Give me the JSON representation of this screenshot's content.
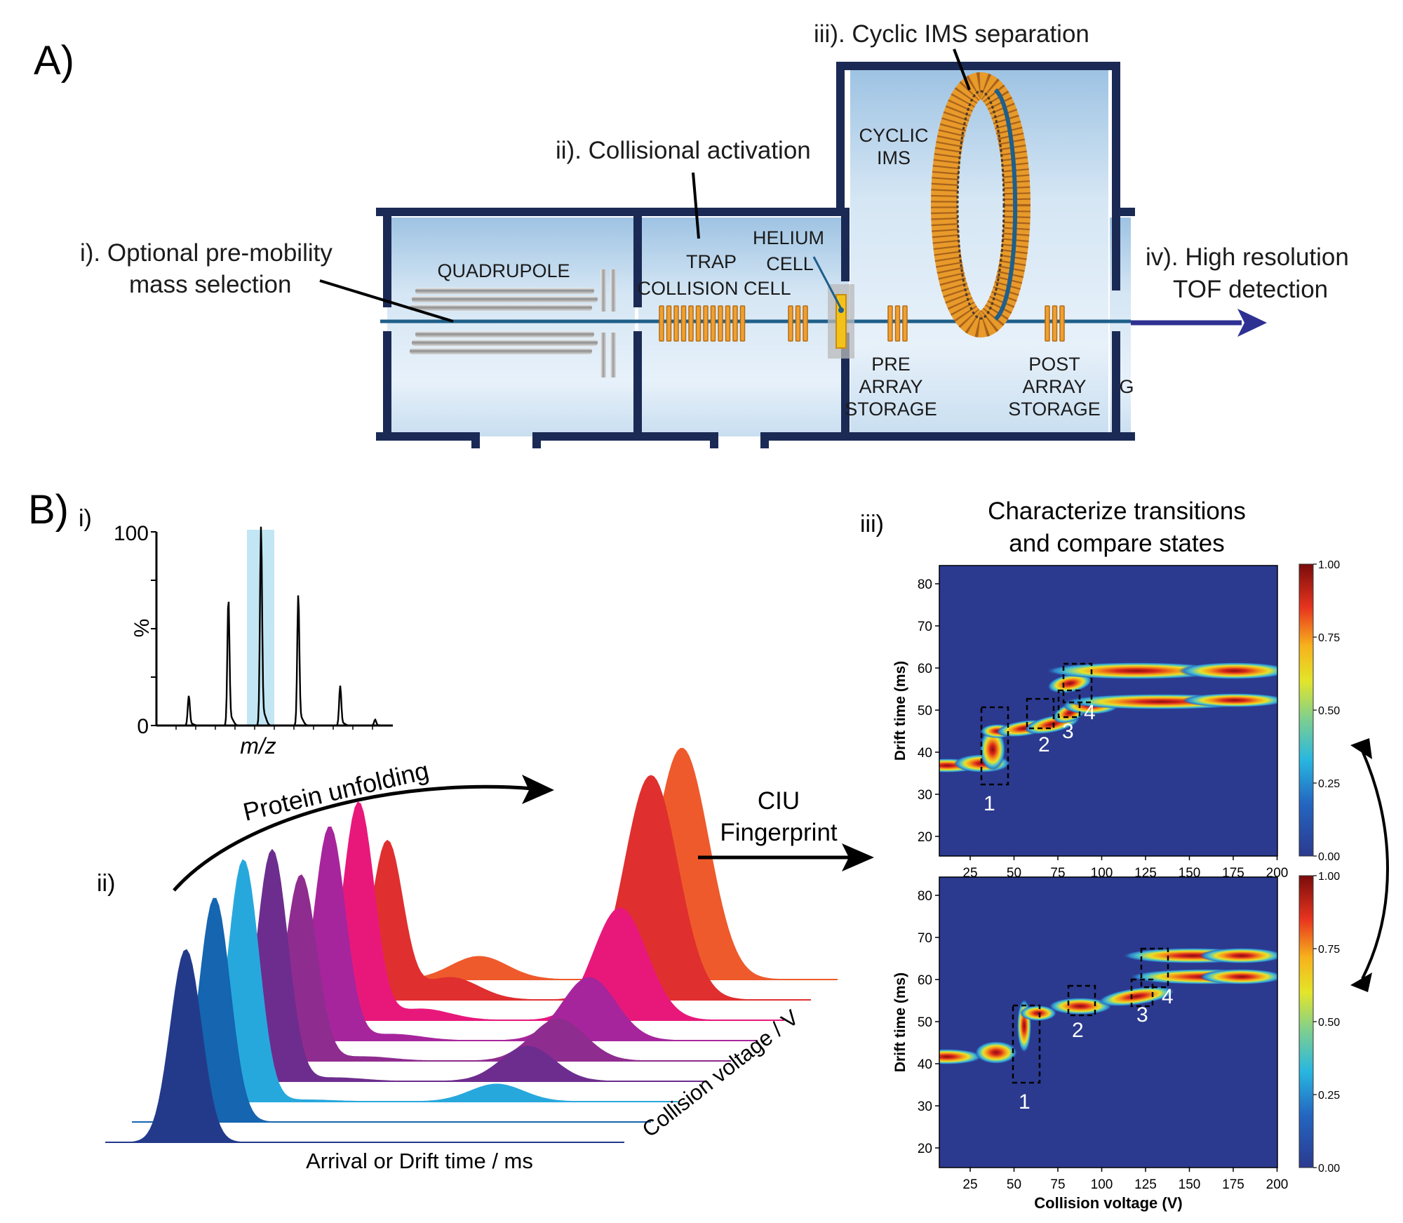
{
  "panel_a": {
    "label": "A)",
    "step_i": [
      "i). Optional pre-mobility",
      "mass selection"
    ],
    "step_ii": "ii). Collisional activation",
    "step_iii": "iii). Cyclic IMS separation",
    "step_iv": [
      "iv). High resolution",
      "TOF detection"
    ],
    "quadrupole": "QUADRUPOLE",
    "trap": [
      "TRAP",
      "COLLISION CELL"
    ],
    "helium": [
      "HELIUM",
      "CELL"
    ],
    "cyclic": [
      "CYCLIC",
      "IMS"
    ],
    "pre_array": [
      "PRE",
      "ARRAY",
      "STORAGE"
    ],
    "post_array": [
      "POST",
      "ARRAY",
      "STORAGE"
    ],
    "cut_letter": "G",
    "colors": {
      "frame": "#1b2a55",
      "ion_path": "#1f5f8a",
      "electrodes": "#f0a030",
      "arrow": "#2e3192"
    }
  },
  "panel_b": {
    "label": "B)",
    "sub_i": "i)",
    "sub_ii": "ii)",
    "sub_iii": "iii)",
    "ms_y_max": "100",
    "ms_y_min": "0",
    "ms_y_label": "%",
    "ms_x_label": "m/z",
    "unfolding": "Protein unfolding",
    "ciu": [
      "CIU",
      "Fingerprint"
    ],
    "axis_drift": "Arrival or Drift time / ms",
    "axis_voltage": "Collision voltage / V",
    "heading": [
      "Characterize transitions",
      "and compare states"
    ]
  },
  "heatmap_top": {
    "ylabel": "Drift time (ms)",
    "yticks": [
      "80",
      "70",
      "60",
      "50",
      "40",
      "30",
      "20"
    ],
    "xticks": [
      "25",
      "50",
      "75",
      "100",
      "125",
      "150",
      "175",
      "200"
    ],
    "cbar": [
      "1.00",
      "0.75",
      "0.50",
      "0.25",
      "0.00"
    ],
    "boxes": [
      "1",
      "2",
      "3",
      "4"
    ]
  },
  "heatmap_bottom": {
    "ylabel": "Drift time (ms)",
    "xlabel": "Collision voltage (V)",
    "yticks": [
      "80",
      "70",
      "60",
      "50",
      "40",
      "30",
      "20"
    ],
    "xticks": [
      "25",
      "50",
      "75",
      "100",
      "125",
      "150",
      "175",
      "200"
    ],
    "cbar": [
      "1.00",
      "0.75",
      "0.50",
      "0.25",
      "0.00"
    ],
    "boxes": [
      "1",
      "2",
      "3",
      "4"
    ]
  },
  "mass_spectrum": {
    "peaks_mz_fraction": [
      0.13,
      0.3,
      0.44,
      0.6,
      0.78,
      0.93
    ],
    "peaks_intensity_pct": [
      15,
      64,
      100,
      66,
      20,
      3
    ],
    "highlighted_peak": 2
  },
  "ciu_traces": [
    {
      "color": "#233a8b",
      "peak_height_fraction": 0.55,
      "secondary": 0
    },
    {
      "color": "#1565b0",
      "peak_height_fraction": 0.64,
      "secondary": 0
    },
    {
      "color": "#27a8dd",
      "peak_height_fraction": 0.69,
      "secondary": 0.05
    },
    {
      "color": "#6d2d8e",
      "peak_height_fraction": 0.66,
      "secondary": 0.1
    },
    {
      "color": "#8f2c8f",
      "peak_height_fraction": 0.53,
      "secondary": 0.12
    },
    {
      "color": "#a7259c",
      "peak_height_fraction": 0.61,
      "secondary": 0.18
    },
    {
      "color": "#e8187b",
      "peak_height_fraction": 0.62,
      "secondary": 0.32
    },
    {
      "color": "#e02f2f",
      "peak_height_fraction": 0.45,
      "secondary": 0.64
    },
    {
      "color": "#ee5a2c",
      "peak_height_fraction": 0.0,
      "secondary": 0.66
    }
  ]
}
